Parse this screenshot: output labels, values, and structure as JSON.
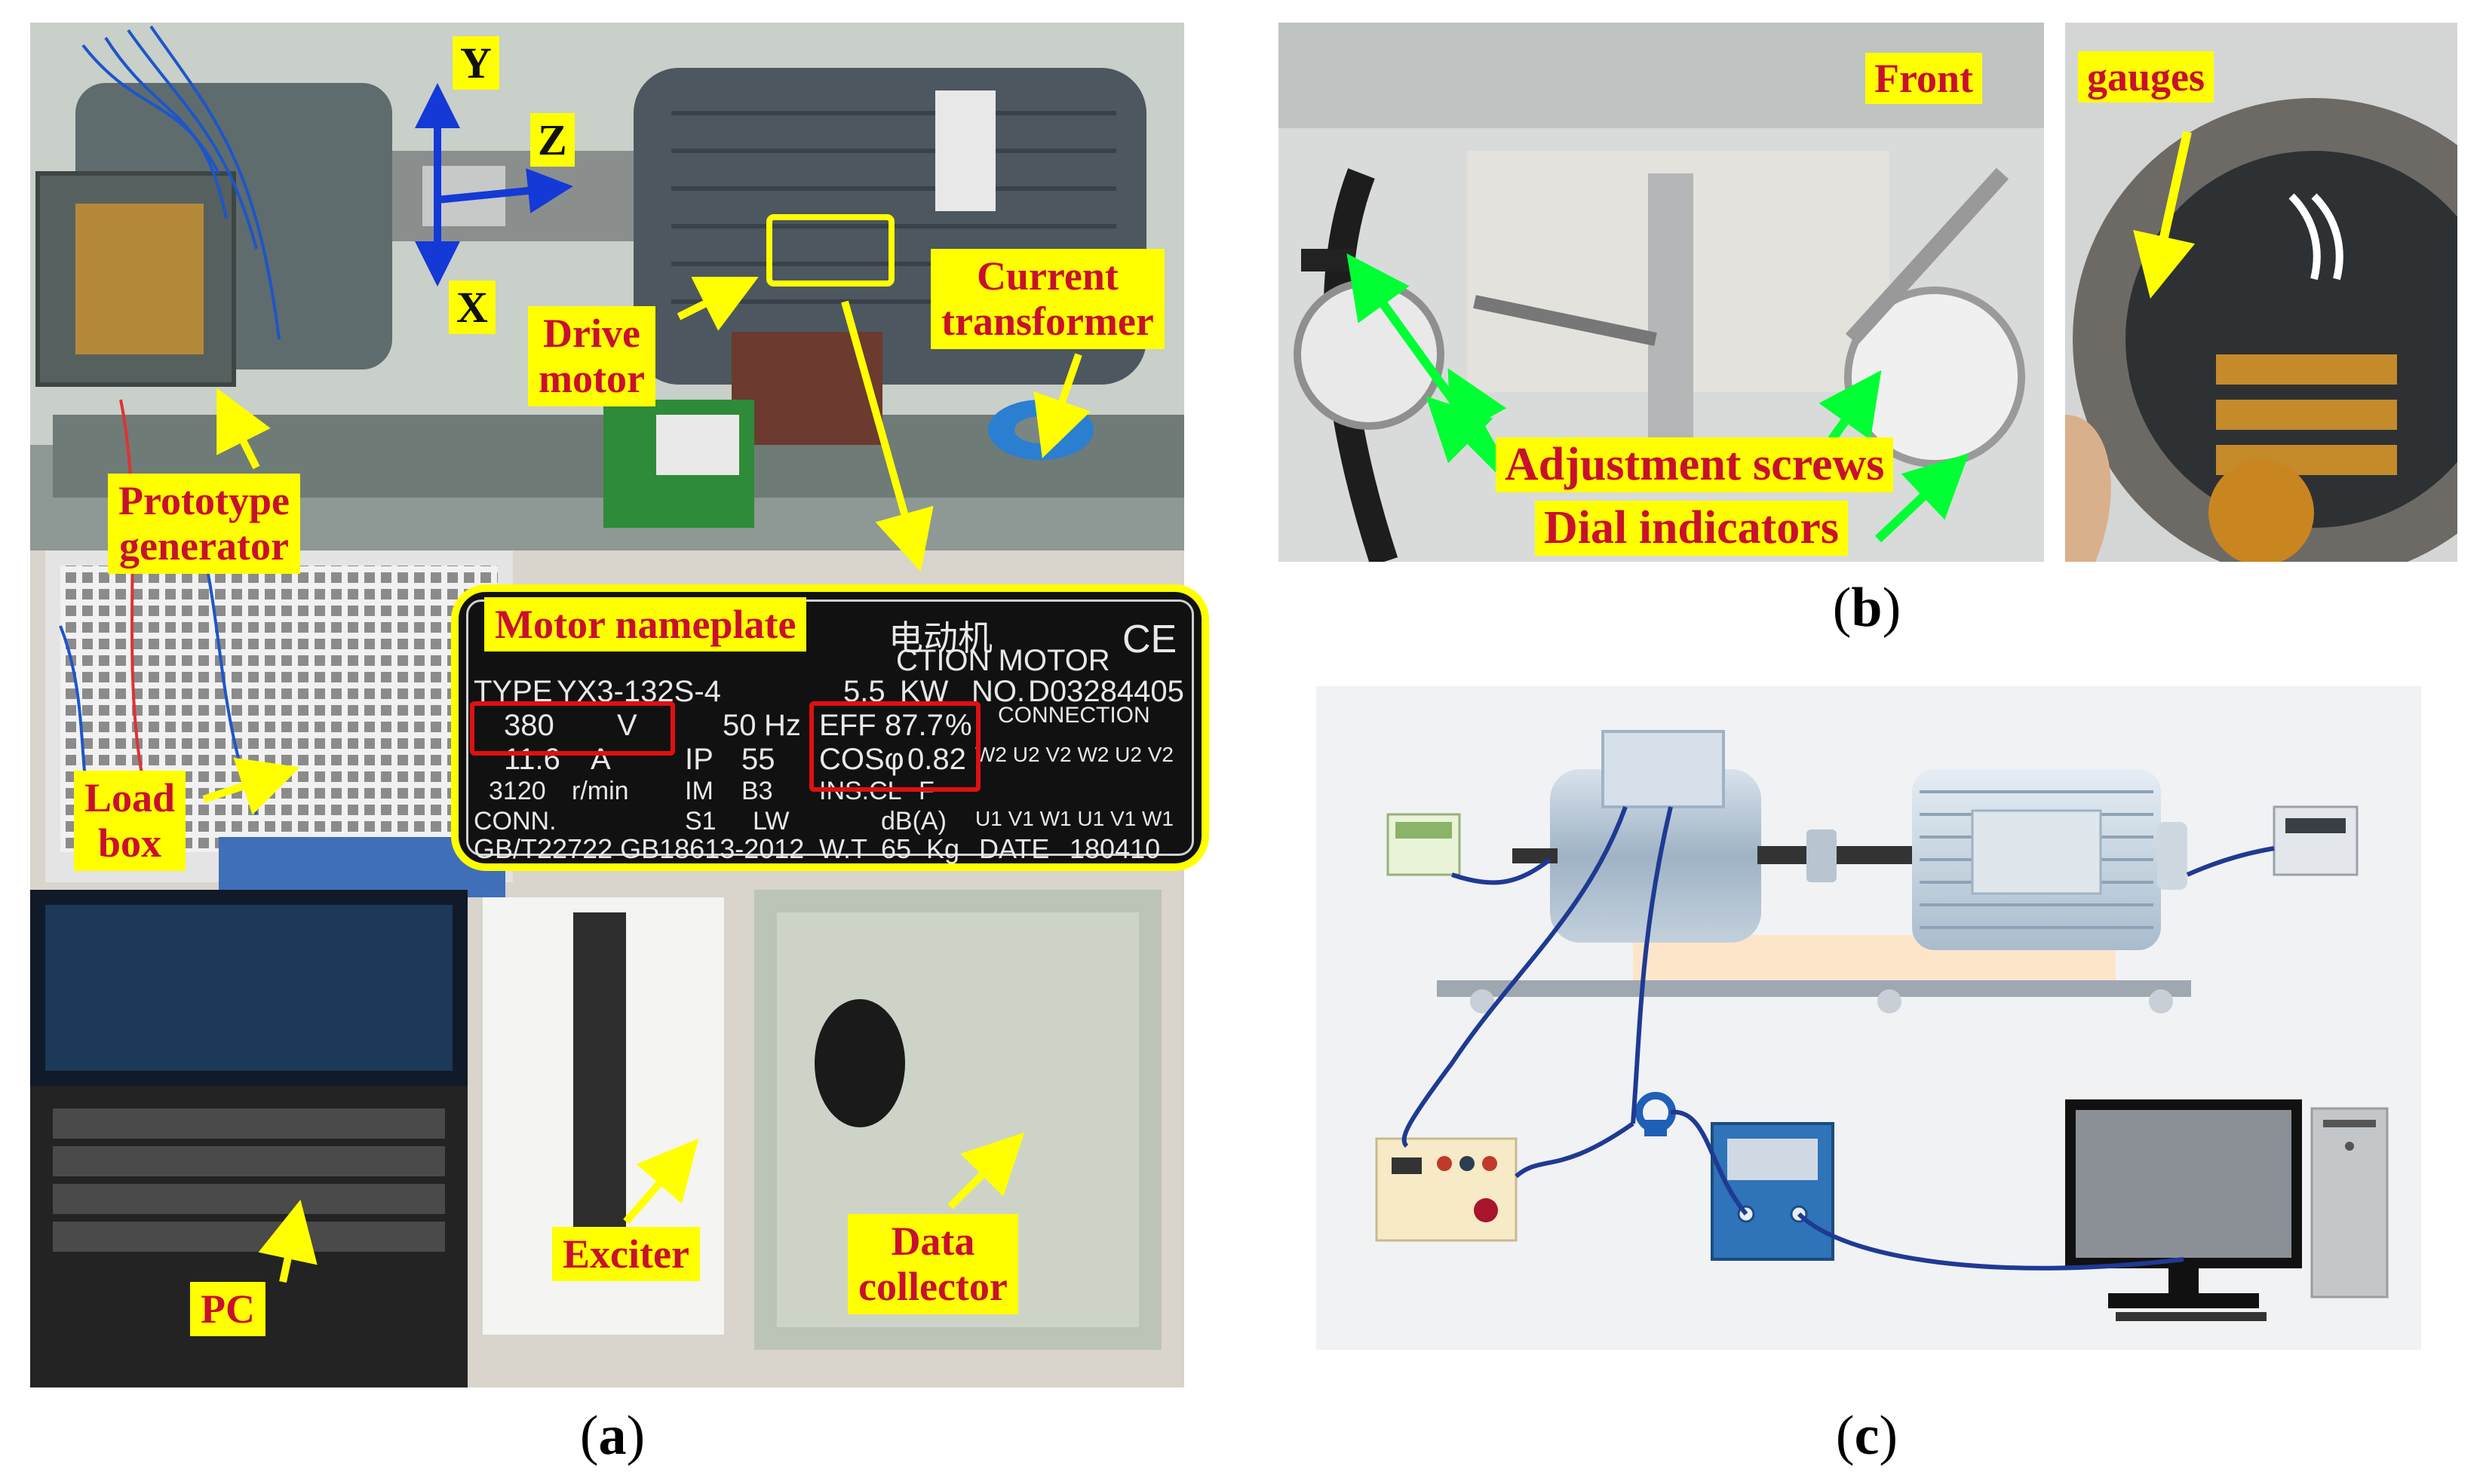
{
  "panel_a": {
    "axes": {
      "y": "Y",
      "z": "Z",
      "x": "X"
    },
    "labels": {
      "prototype_generator": "Prototype\ngenerator",
      "drive_motor": "Drive\nmotor",
      "current_transformer": "Current\ntransformer",
      "motor_nameplate": "Motor nameplate",
      "load_box": "Load\nbox",
      "pc": "PC",
      "exciter": "Exciter",
      "data_collector": "Data\ncollector"
    },
    "nameplate": {
      "header": "CTION MOTOR",
      "header_cn": "电动机",
      "ce": "CE",
      "type_label": "TYPE",
      "type_value": "YX3-132S-4",
      "power_value": "5.5",
      "power_unit": "KW",
      "no_label": "NO.",
      "no_value": "D03284405",
      "voltage": "380",
      "voltage_unit": "V",
      "freq": "50",
      "freq_unit": "Hz",
      "eff_label": "EFF",
      "eff_value": "87.7",
      "eff_unit": "%",
      "connection": "CONNECTION",
      "current": "11.6",
      "current_unit": "A",
      "ip_label": "IP",
      "ip_value": "55",
      "cos_label": "COSφ",
      "cos_value": "0.82",
      "speed": "3120",
      "speed_unit": "r/min",
      "im_label": "IM",
      "im_value": "B3",
      "ins_label": "INS.CL",
      "ins_value": "F",
      "conn_label": "CONN.",
      "s1": "S1",
      "lw": "LW",
      "db": "dB(A)",
      "std": "GB/T22722  GB18613-2012",
      "wt_label": "W.T",
      "wt_value": "65",
      "wt_unit": "Kg",
      "date_label": "DATE",
      "date_value": "180410",
      "terms_top": "W2 U2 V2   W2 U2 V2",
      "terms_bottom": "U1 V1 W1   U1 V1 W1"
    },
    "caption": "a"
  },
  "panel_b": {
    "labels": {
      "front": "Front",
      "gauges": "gauges",
      "adjustment_screws": "Adjustment screws",
      "dial_indicators": "Dial indicators"
    },
    "caption": "b"
  },
  "panel_c": {
    "caption": "c"
  },
  "colors": {
    "label_bg": "#ffff00",
    "label_text": "#c8102e",
    "arrow_yellow": "#ffff00",
    "arrow_green": "#00ff33",
    "highlight_red": "#e01010",
    "diagram_cable": "#1f3a93"
  }
}
